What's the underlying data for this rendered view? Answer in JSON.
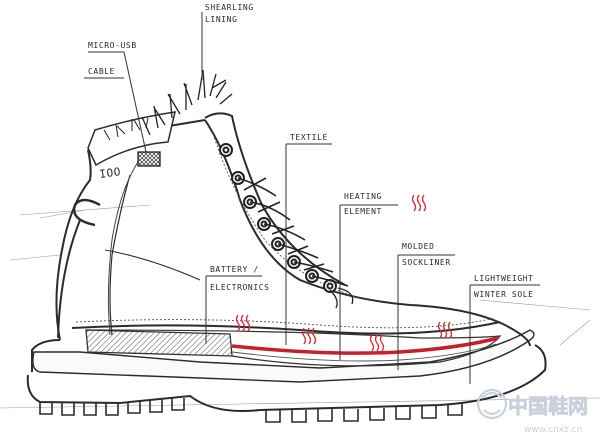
{
  "diagram": {
    "labels": [
      {
        "id": "shearling",
        "line1": "SHEARLING",
        "line2": "LINING"
      },
      {
        "id": "micro-usb",
        "line1": "MICRO-USB",
        "line2": "CABLE"
      },
      {
        "id": "textile",
        "line1": "TEXTILE",
        "line2": ""
      },
      {
        "id": "heating",
        "line1": "HEATING",
        "line2": "ELEMENT"
      },
      {
        "id": "sockliner",
        "line1": "MOLDED",
        "line2": "SOCKLINER"
      },
      {
        "id": "battery",
        "line1": "BATTERY /",
        "line2": "ELECTRONICS"
      },
      {
        "id": "sole",
        "line1": "LIGHTWEIGHT",
        "line2": "WINTER SOLE"
      }
    ],
    "colors": {
      "sketch": "#2b2b2b",
      "heating_wire": "#c8202a",
      "heat_waves": "#d4343c",
      "hatch": "#555555",
      "watermark": "#c9d2dc"
    }
  },
  "watermark": {
    "text": "中国鞋网",
    "url": "www.cnxz.cn"
  }
}
